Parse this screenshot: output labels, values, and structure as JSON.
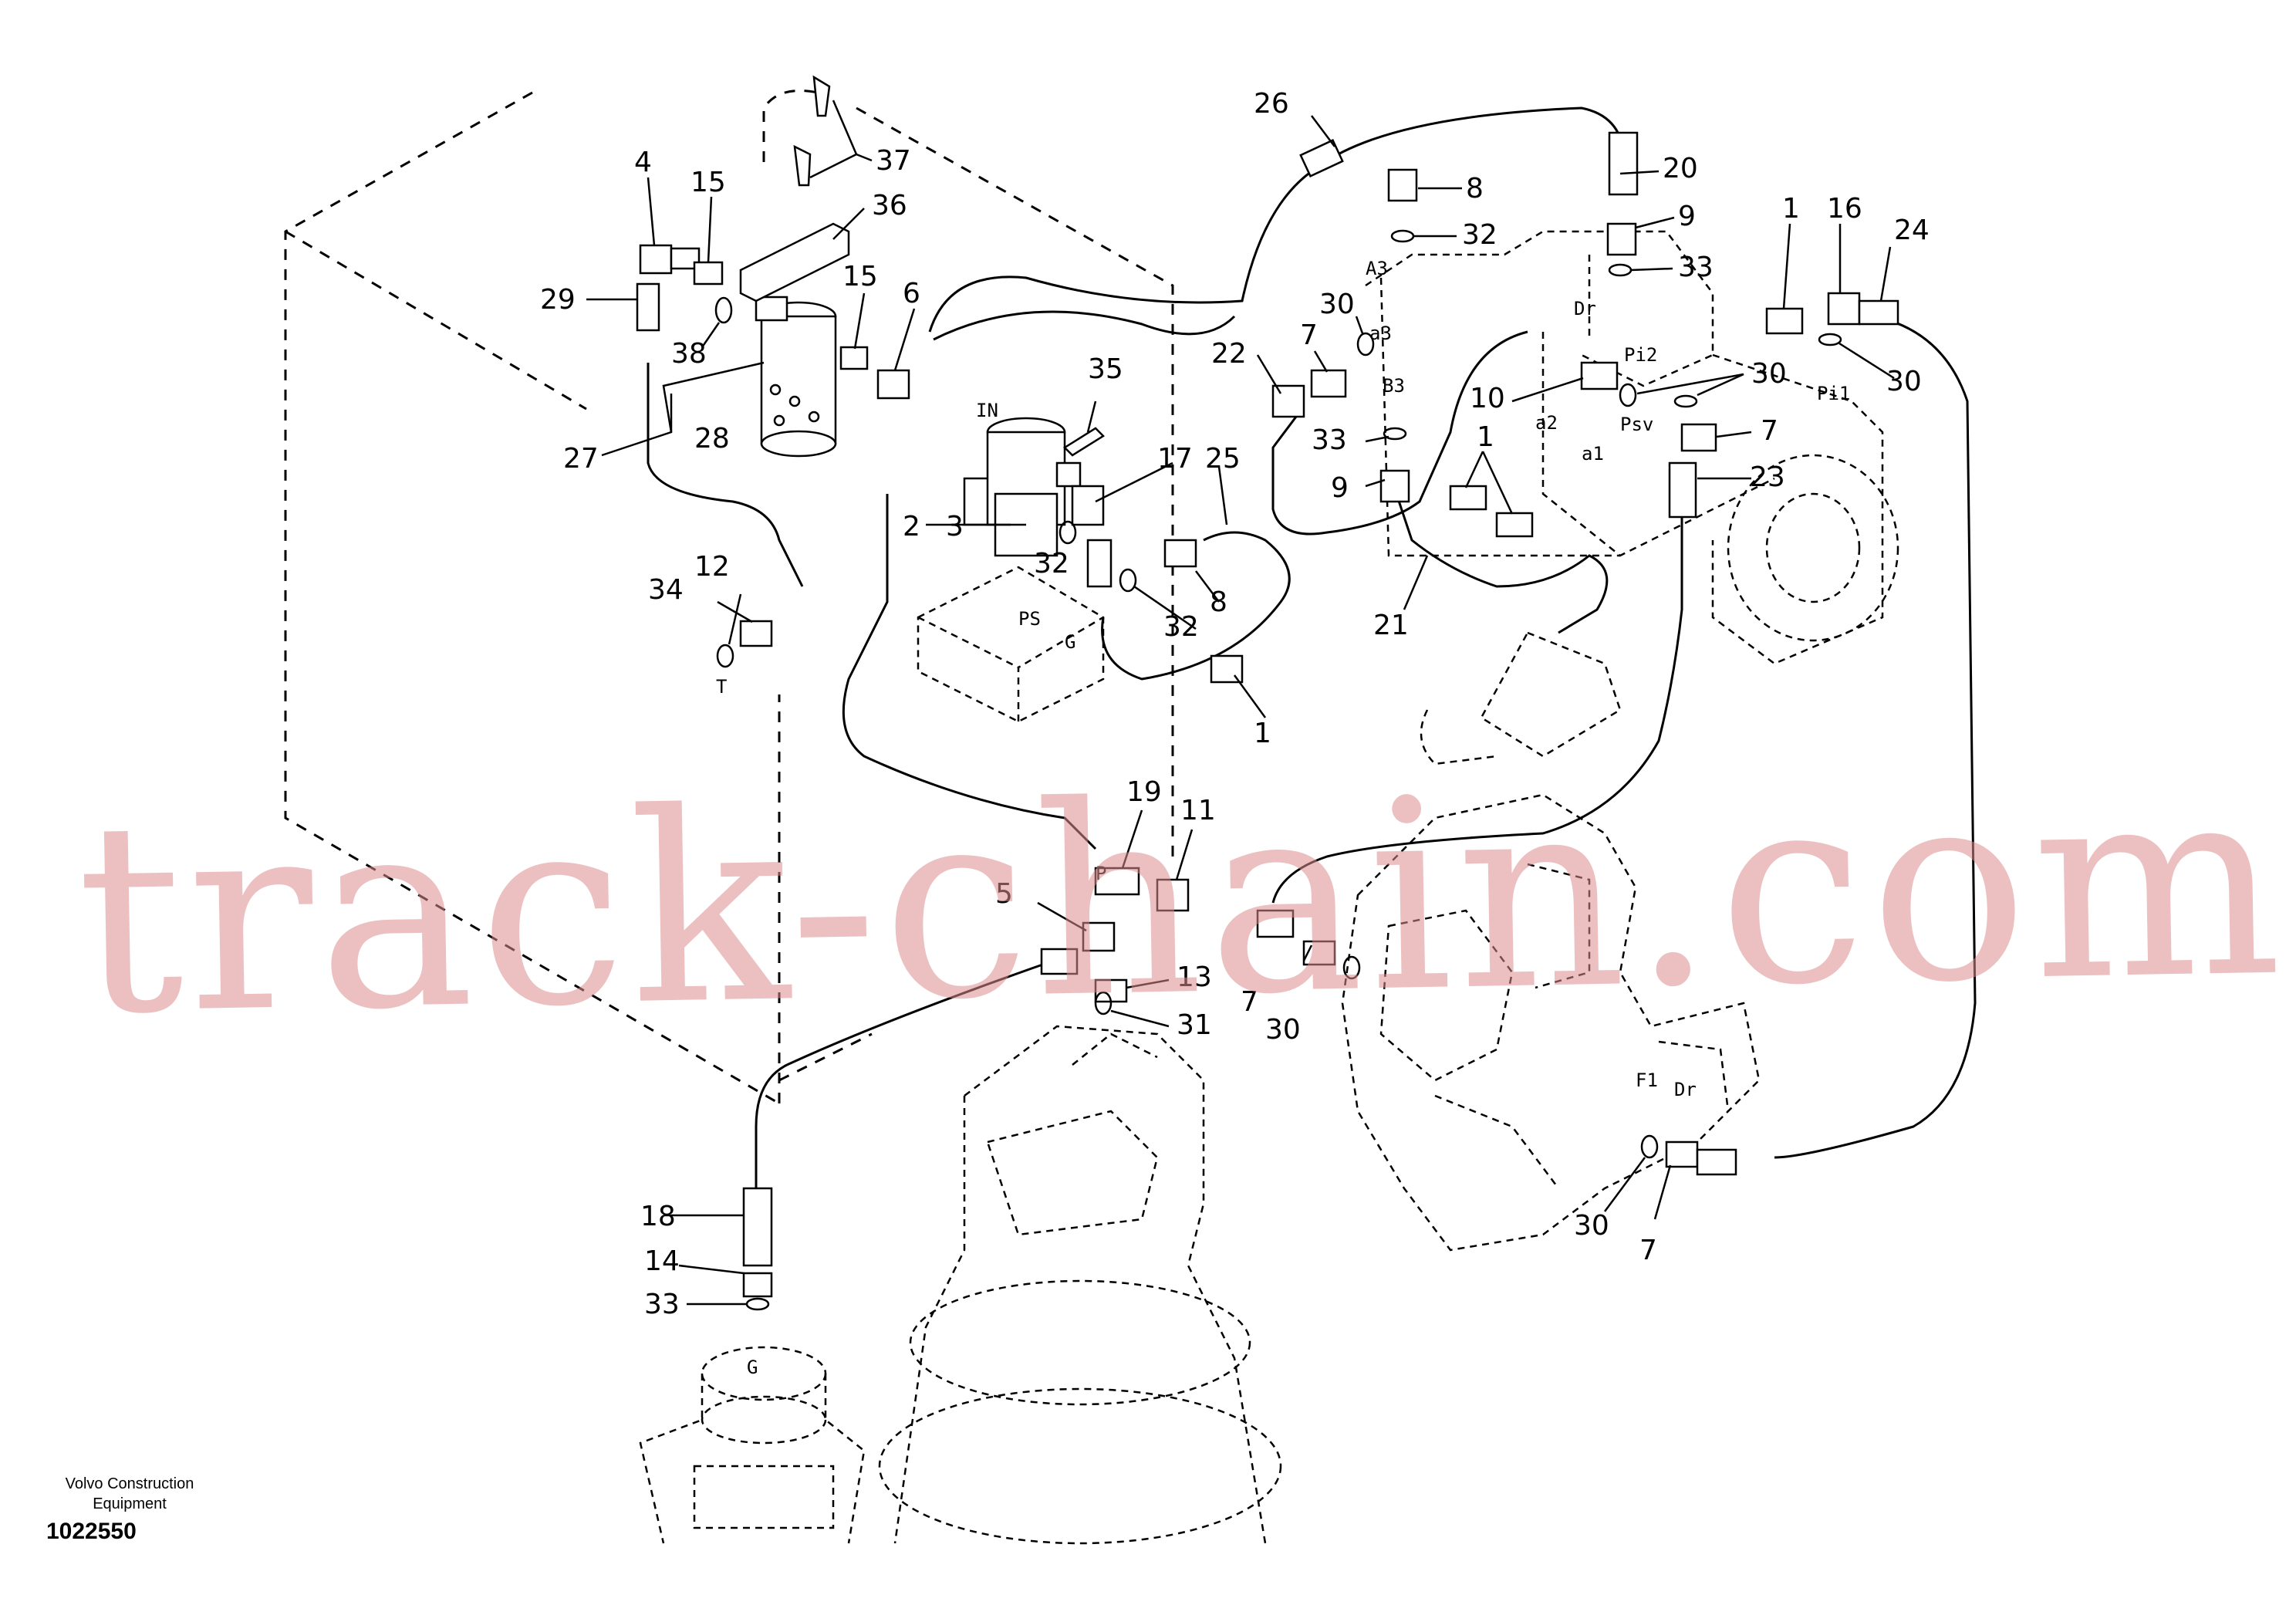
{
  "watermark": "track-chain.com",
  "footer": {
    "company": "Volvo Construction Equipment",
    "drawing_number": "1022550"
  },
  "callouts": {
    "c26": "26",
    "c20": "20",
    "c8a": "8",
    "c32a": "32",
    "c9a": "9",
    "c33a": "33",
    "c37": "37",
    "c36": "36",
    "c4": "4",
    "c15a": "15",
    "c15b": "15",
    "c6": "6",
    "c29": "29",
    "c38": "38",
    "c28": "28",
    "c27": "27",
    "c35": "35",
    "c17": "17",
    "c25": "25",
    "c2": "2",
    "c3": "3",
    "c32b": "32",
    "c8b": "8",
    "c32c": "32",
    "c7a": "7",
    "c30a": "30",
    "c22": "22",
    "c33b": "33",
    "c9b": "9",
    "c10": "10",
    "c1a": "1",
    "c21": "21",
    "c1b": "1",
    "c16": "16",
    "c24": "24",
    "c30b": "30",
    "c30c": "30",
    "c7b": "7",
    "c23": "23",
    "c34": "34",
    "c12": "12",
    "c1c": "1",
    "c19": "19",
    "c11": "11",
    "c5": "5",
    "c13": "13",
    "c31": "31",
    "c7c": "7",
    "c30d": "30",
    "c18": "18",
    "c14": "14",
    "c33c": "33",
    "c30e": "30",
    "c7d": "7"
  },
  "port_labels": {
    "p_in": "IN",
    "p_ps": "PS",
    "p_g": "G",
    "p_t": "T",
    "p_a3": "A3",
    "p_dr": "Dr",
    "p_a3b": "a3",
    "p_b3": "B3",
    "p_a2": "a2",
    "p_a1": "a1",
    "p_pi2": "Pi2",
    "p_psv": "Psv",
    "p_pi1": "Pi1",
    "p_g2": "G",
    "p_f1": "F1",
    "p_p": "P",
    "p_dr2": "Dr"
  }
}
